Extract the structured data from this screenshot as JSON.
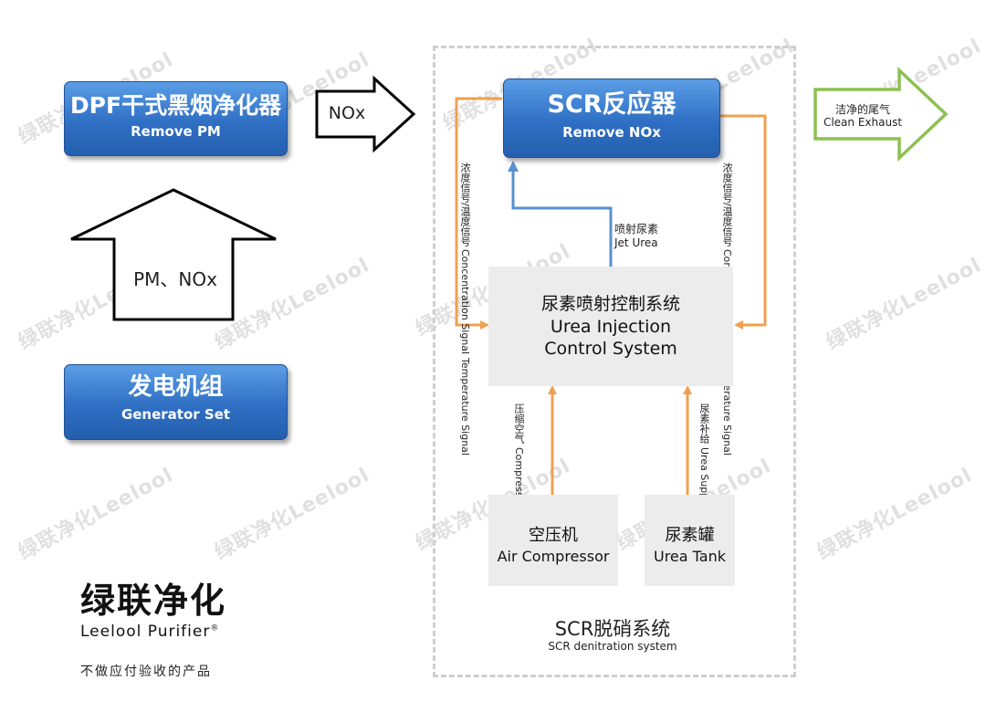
{
  "dpf": {
    "title": "DPF干式黑烟净化器",
    "subtitle": "Remove PM"
  },
  "generator": {
    "title": "发电机组",
    "subtitle": "Generator Set"
  },
  "arrow_up_label": "PM、NOx",
  "arrow_right_label": "NOx",
  "scr": {
    "title": "SCR反应器",
    "subtitle": "Remove NOx"
  },
  "exhaust": {
    "cn": "洁净的尾气",
    "en": "Clean Exhaust"
  },
  "control": {
    "cn": "尿素喷射控制系统",
    "en1": "Urea Injection",
    "en2": "Control System"
  },
  "jet_urea": {
    "cn": "喷射尿素",
    "en": "Jet Urea"
  },
  "signal_left": {
    "cn": "浓度信号/温度信号",
    "en1": "Concentration Signal",
    "en2": "Temperature Signal"
  },
  "signal_right": {
    "cn": "浓度信号/温度信号",
    "en1": "Concentration Signal",
    "en2": "Temperature Signal"
  },
  "compressed_air": {
    "cn": "压缩空气",
    "en": "Compressed Air"
  },
  "urea_supply": {
    "cn": "尿素补给",
    "en": "Urea Supply"
  },
  "compressor": {
    "cn": "空压机",
    "en": "Air Compressor"
  },
  "tank": {
    "cn": "尿素罐",
    "en": "Urea Tank"
  },
  "system": {
    "cn": "SCR脱硝系统",
    "en": "SCR denitration system"
  },
  "brand": {
    "cn": "绿联净化",
    "en": "Leelool Purifier",
    "reg": "®",
    "slogan": "不做应付验收的产品"
  },
  "watermark": "绿联净化Leelool",
  "colors": {
    "blue": "#2f6fc4",
    "orange": "#f0a050",
    "arrow_blue": "#5a8fd0",
    "green": "#8cc152",
    "dash": "#cfcfcf"
  }
}
